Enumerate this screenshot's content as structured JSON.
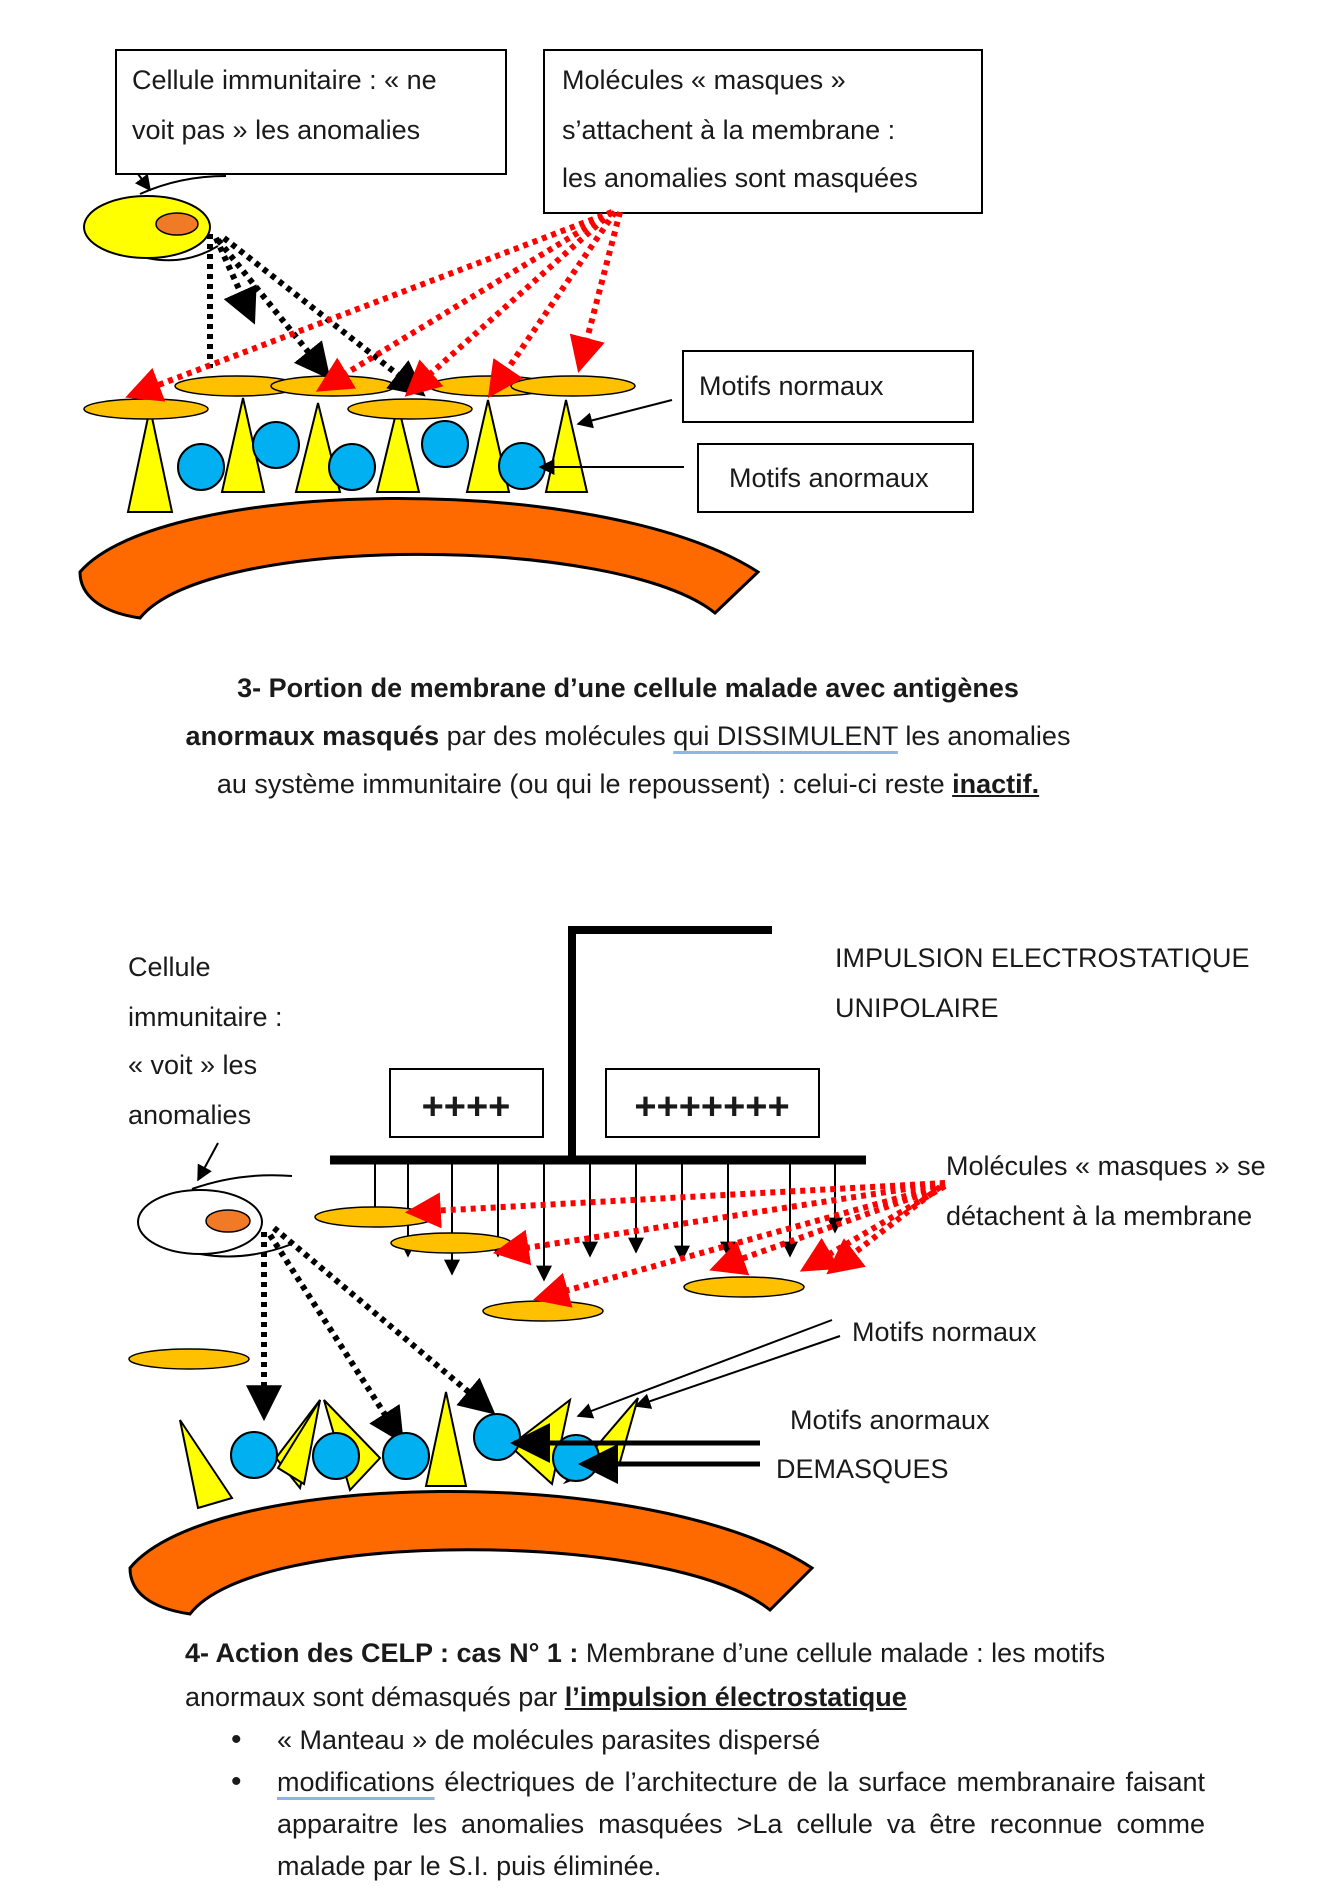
{
  "diagram3": {
    "label_cell": [
      "Cellule immunitaire  : « ne",
      "voit pas » les anomalies"
    ],
    "label_masks": [
      "Molécules « masques »",
      "s’attachent  à la membrane  :",
      "les anomalies  sont masquées"
    ],
    "label_normal": "Motifs normaux",
    "label_abnormal": "Motifs anormaux"
  },
  "caption3": {
    "line1_bold": "3- Portion de membrane  d’une cellule malade avec antigènes",
    "line2_bold": "anormaux masqués",
    "line2_a": " par des molécules ",
    "line2_qui": "qui  DISSIMULENT",
    "line2_b": " les anomalies",
    "line3": "au système immunitaire  (ou qui le repoussent) : celui-ci reste ",
    "line3_end": "inactif."
  },
  "diagram4": {
    "label_cell": [
      "Cellule",
      "immunitaire  :",
      "« voit » les",
      "anomalies"
    ],
    "impulse": [
      "IMPULSION ELECTROSTATIQUE",
      "UNIPOLAIRE"
    ],
    "plus_left": "++++",
    "plus_right": "+++++++",
    "label_masks": [
      "Molécules « masques » se",
      "détachent  à la membrane"
    ],
    "label_normal": "Motifs normaux",
    "label_abnormal": [
      "Motifs anormaux",
      "DEMASQUES"
    ]
  },
  "caption4": {
    "head_bold": "4- Action des CELP : cas N° 1 : ",
    "head_text": "Membrane  d’une cellule malade : les motifs",
    "line2": "anormaux sont démasqués par ",
    "line2_u": "l’impulsion  électrostatique",
    "bullet1": "« Manteau » de molécules parasites  dispersé",
    "bullet2_u": "modifications",
    "bullet2": " électriques  de l’architecture  de la surface membranaire faisant  apparaitre  les  anomalies  masquées  >La  cellule  va  être reconnue comme malade par le S.I. puis éliminée."
  },
  "colors": {
    "membrane": "#ff6a00",
    "cone": "#ffff00",
    "circle": "#00b0f0",
    "mask": "#ffc000",
    "cell": "#ffff00",
    "nucleus": "#f07a26",
    "red_arrow": "#ff0000"
  }
}
